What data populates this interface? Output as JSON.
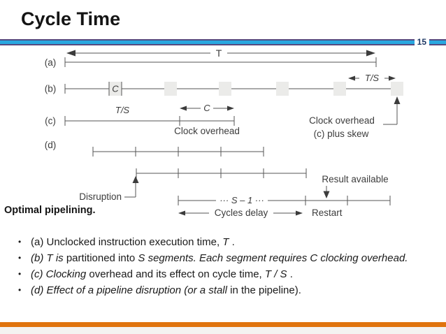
{
  "slide": {
    "title": "Cycle Time",
    "page_number": "15",
    "caption": "Optimal pipelining."
  },
  "colors": {
    "accent_blue": "#29a8e0",
    "rule_border": "#564a80",
    "accent_orange": "#e0740e",
    "page_number_color": "#1f3864",
    "diagram_line": "#555555",
    "diagram_box_fill": "#ebebe9"
  },
  "diagram": {
    "row_labels": [
      "(a)",
      "(b)",
      "(c)",
      "(d)"
    ],
    "labels": {
      "t": "T",
      "c": "C",
      "ts": "T/S",
      "clock_overhead": "Clock overhead",
      "clock_overhead_skew_line1": "Clock overhead",
      "clock_overhead_skew_line2": "(c) plus skew",
      "disruption": "Disruption",
      "result_available": "Result available",
      "s_minus_1": "··· S – 1 ···",
      "cycles_delay": "Cycles delay",
      "restart": "Restart"
    }
  },
  "notes": {
    "bullets": [
      {
        "segments": [
          {
            "text": "(a) Unclocked instruction execution time, ",
            "italic": false
          },
          {
            "text": "T",
            "italic": true
          },
          {
            "text": " .",
            "italic": false
          }
        ]
      },
      {
        "segments": [
          {
            "text": "(b) T is ",
            "italic": true
          },
          {
            "text": "partitioned into ",
            "italic": false
          },
          {
            "text": "S segments. Each segment requires C clocking overhead.",
            "italic": true
          }
        ]
      },
      {
        "segments": [
          {
            "text": "(c) Clocking ",
            "italic": true
          },
          {
            "text": "overhead and its effect on cycle time, ",
            "italic": false
          },
          {
            "text": "T / S",
            "italic": true
          },
          {
            "text": " .",
            "italic": false
          }
        ]
      },
      {
        "segments": [
          {
            "text": "(d) Effect of a pipeline disruption (or a stall ",
            "italic": true
          },
          {
            "text": "in the pipeline).",
            "italic": false
          }
        ]
      }
    ]
  }
}
